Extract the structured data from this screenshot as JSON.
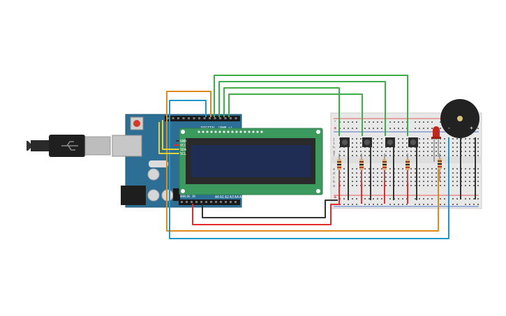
{
  "arduino": {
    "labels": {
      "digital_header": "DIGITAL (PWM ~)",
      "analog_header": "ANALOG IN",
      "analog_pins": [
        "A0",
        "A1",
        "A2",
        "A3",
        "A4",
        "A5"
      ]
    }
  },
  "lcd": {
    "pins": [
      "GND",
      "VCC",
      "SDA",
      "SCL"
    ]
  },
  "breadboard": {
    "row_letters_top": [
      "j",
      "i",
      "h",
      "g",
      "f"
    ],
    "row_letters_bottom": [
      "e",
      "d",
      "c",
      "b",
      "a"
    ],
    "rail_top": [
      "-",
      "+"
    ],
    "rail_bottom": [
      "+",
      "-"
    ]
  },
  "buzzer": {
    "minus_label": "-",
    "plus_label": "+"
  },
  "colors": {
    "arduino_board": "#2d6e95",
    "lcd_pcb": "#3c9a5f",
    "lcd_screen": "#1f2d55",
    "breadboard": "#e8e8e8",
    "wire_green": "#3fae4a",
    "wire_orange": "#e08a1e",
    "wire_blue": "#2196c9",
    "wire_red": "#e52b2b",
    "wire_black": "#333333",
    "wire_yellow": "#e8d23a",
    "led_red": "#c0281e",
    "buzzer_body": "#222222"
  }
}
